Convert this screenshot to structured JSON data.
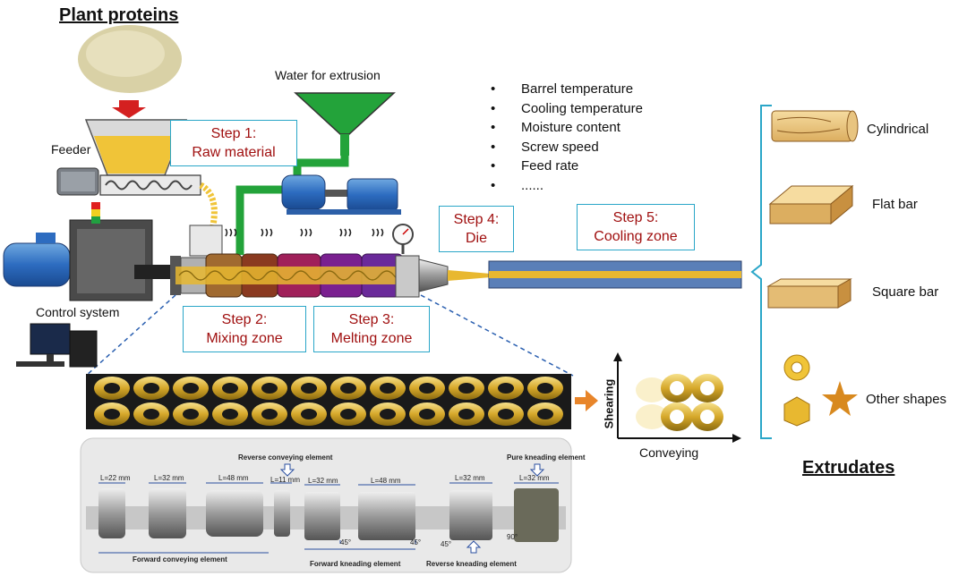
{
  "title_plant": "Plant proteins",
  "title_extrudates": "Extrudates",
  "labels": {
    "feeder": "Feeder",
    "control_system": "Control system",
    "water": "Water for extrusion",
    "shearing": "Shearing",
    "conveying": "Conveying"
  },
  "steps": [
    {
      "title": "Step 1:",
      "name": "Raw material"
    },
    {
      "title": "Step 2:",
      "name": "Mixing zone"
    },
    {
      "title": "Step 3:",
      "name": "Melting zone"
    },
    {
      "title": "Step 4:",
      "name": "Die"
    },
    {
      "title": "Step 5:",
      "name": "Cooling zone"
    }
  ],
  "parameters": [
    "Barrel temperature",
    "Cooling temperature",
    "Moisture content",
    "Screw speed",
    "Feed rate",
    "......"
  ],
  "shapes": [
    "Cylindrical",
    "Flat bar",
    "Square bar",
    "Other shapes"
  ],
  "screw_elements": {
    "lengths": [
      "L=22 mm",
      "L=32 mm",
      "L=48 mm",
      "L=11 mm",
      "L=32 mm",
      "L=48 mm",
      "L=32 mm",
      "L=32 mm"
    ],
    "reverse_conveying": "Reverse conveying element",
    "pure_kneading": "Pure kneading element",
    "forward_conveying": "Forward conveying element",
    "forward_kneading": "Forward kneading element",
    "reverse_kneading": "Reverse kneading element",
    "angles": [
      "45°",
      "45°",
      "45°",
      "90°"
    ]
  },
  "colors": {
    "step_border": "#2aa6c8",
    "step_text": "#a01010",
    "bracket": "#2aa6c8",
    "barrel_core": "#e8b830",
    "die_blue": "#5a7fb8"
  }
}
